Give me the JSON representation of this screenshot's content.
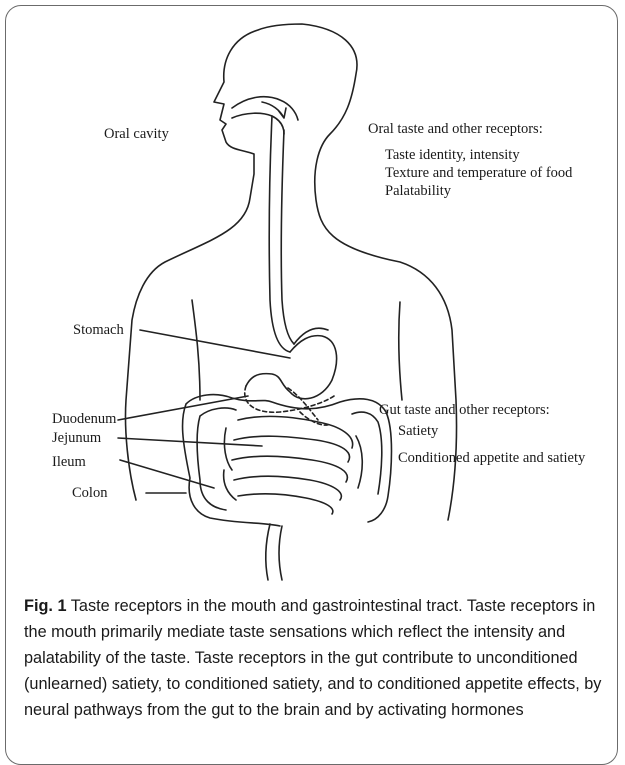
{
  "labels": {
    "oral_cavity": "Oral cavity",
    "oral_receptors_heading": "Oral taste and other receptors:",
    "oral_item_1": "Taste identity, intensity",
    "oral_item_2": "Texture and temperature of food",
    "oral_item_3": "Palatability",
    "stomach": "Stomach",
    "duodenum": "Duodenum",
    "jejunum": "Jejunum",
    "ileum": "Ileum",
    "colon": "Colon",
    "gut_receptors_heading": "Gut taste and other receptors:",
    "gut_item_1": "Satiety",
    "gut_item_2": "Conditioned appetite and satiety"
  },
  "caption": {
    "label": "Fig. 1",
    "text": " Taste receptors in the mouth and gastrointestinal tract. Taste receptors in the mouth primarily mediate taste sensations which reflect the intensity and palatability of the taste. Taste receptors in the gut contribute to unconditioned (unlearned) satiety, to conditioned satiety, and to conditioned appetite effects, by neural pathways from the gut to the brain and by activating hormones"
  },
  "colors": {
    "line": "#222222",
    "border": "#6b6b6b",
    "text": "#1a1a1a"
  }
}
